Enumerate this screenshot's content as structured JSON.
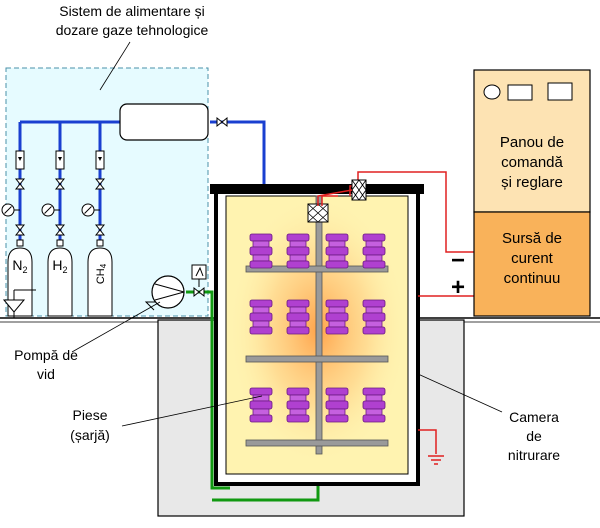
{
  "labels": {
    "gas_system_line1": "Sistem de alimentare și",
    "gas_system_line2": "dozare gaze tehnologice",
    "control_panel_line1": "Panou de",
    "control_panel_line2": "comandă",
    "control_panel_line3": "și reglare",
    "power_source_line1": "Sursă de",
    "power_source_line2": "curent",
    "power_source_line3": "continuu",
    "minus_sign": "−",
    "plus_sign": "+",
    "pump_line1": "Pompă de",
    "pump_line2": "vid",
    "parts_line1": "Piese",
    "parts_line2": "(șarjă)",
    "chamber_line1": "Camera",
    "chamber_line2": "de",
    "chamber_line3": "nitrurare"
  },
  "cylinders": [
    {
      "base": "N",
      "sub": "2"
    },
    {
      "base": "H",
      "sub": "2"
    },
    {
      "base": "CH",
      "sub": "4"
    }
  ],
  "colors": {
    "gas_lines": "#1a3fd0",
    "vacuum_line": "#119911",
    "electrical_lines": "#e02020",
    "gas_system_background": "#e6fbff",
    "panel_fill": "#fde3b3",
    "power_source_fill": "#f9b25a",
    "parts": "#b040d0",
    "chamber_fill": "#fff3b0",
    "plasma_glow": "#ff9b40"
  }
}
